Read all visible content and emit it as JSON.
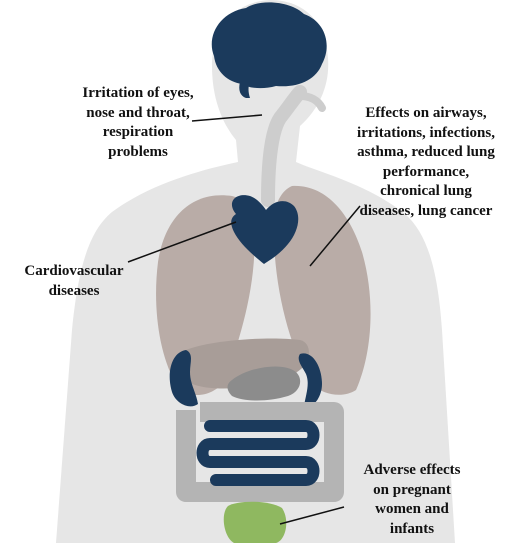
{
  "labels": {
    "irritation": "Irritation of eyes,\nnose and throat,\nrespiration\nproblems",
    "airways": "Effects on airways,\nirritations, infections,\nasthma, reduced lung\nperformance,\nchronical lung\ndiseases, lung cancer",
    "cardio": "Cardiovascular\ndiseases",
    "pregnant": "Adverse effects\non pregnant\nwomen and\ninfants"
  },
  "colors": {
    "body": "#e6e6e6",
    "airway": "#cdcdcd",
    "lungs": "#b9aca7",
    "organ_dark": "#1b3a5c",
    "liver": "#a89d98",
    "stomach": "#8c8c8c",
    "intestine_frame": "#b4b4b4",
    "bladder": "#8fb860",
    "leader_line": "#111111"
  }
}
